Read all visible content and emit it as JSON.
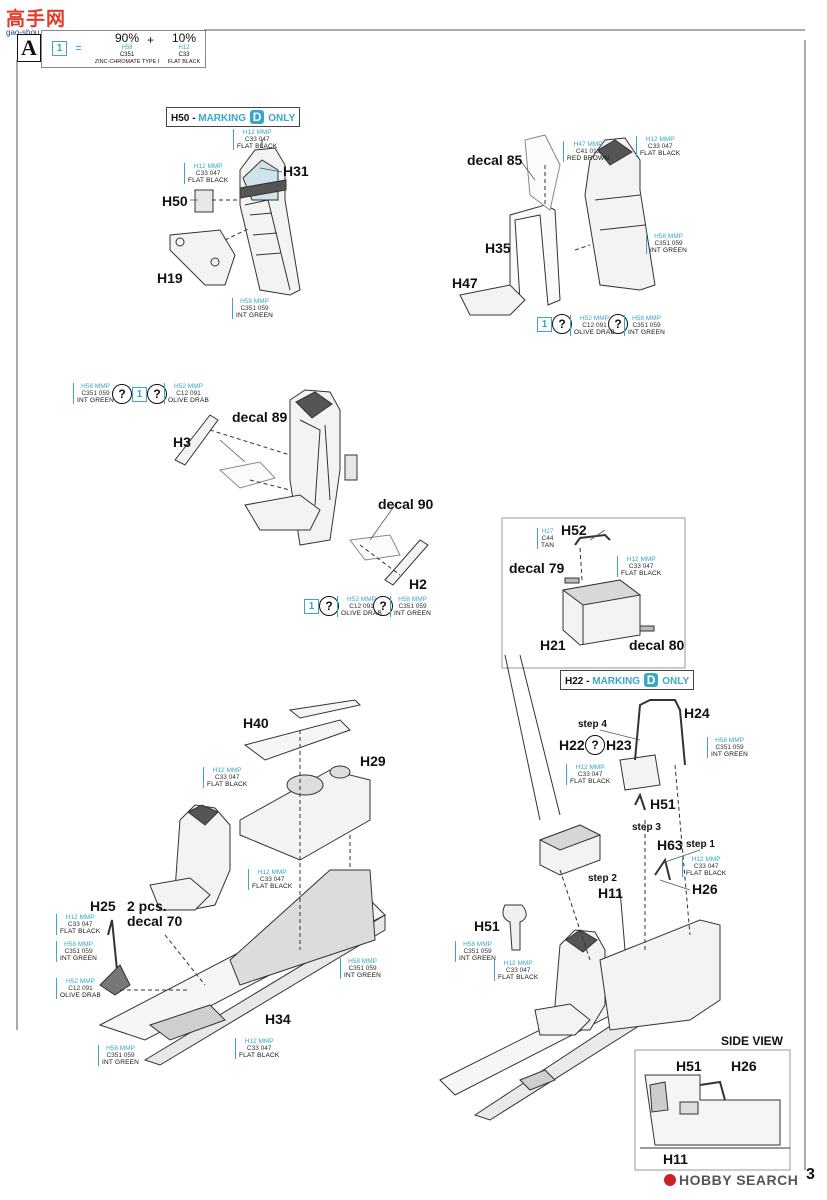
{
  "header": {
    "logo_text": "高手网",
    "logo_url_text": "gao-shou.com",
    "step_letter": "A",
    "mix": {
      "box": "1",
      "eq": "=",
      "plus": "+",
      "pct1": "90%",
      "pct1_code": "H58",
      "pct1_c": "C351",
      "pct1_name": "ZINC-CHROMATE TYPE I",
      "pct2": "10%",
      "pct2_code": "H12",
      "pct2_c": "C33",
      "pct2_name": "FLAT BLACK"
    }
  },
  "marking_boxes": [
    {
      "prefix": "H50 -",
      "m": "MARKING",
      "letter": "D",
      "suffix": "ONLY"
    },
    {
      "prefix": "H22 -",
      "m": "MARKING",
      "letter": "D",
      "suffix": "ONLY"
    }
  ],
  "labels": {
    "h31": "H31",
    "h50": "H50",
    "h19": "H19",
    "decal85": "decal 85",
    "h35": "H35",
    "h47": "H47",
    "h3": "H3",
    "decal89": "decal 89",
    "decal90": "decal 90",
    "h2": "H2",
    "h52": "H52",
    "decal79": "decal 79",
    "h21": "H21",
    "decal80": "decal 80",
    "h40": "H40",
    "h29": "H29",
    "h25": "H25",
    "twopcs": "2 pcs.",
    "decal70": "decal 70",
    "h34": "H34",
    "h24": "H24",
    "step4": "step 4",
    "h22": "H22",
    "h23": "H23",
    "h51a": "H51",
    "step3": "step 3",
    "h63": "H63",
    "step1": "step 1",
    "step2": "step 2",
    "h11a": "H11",
    "h26a": "H26",
    "h51b": "H51",
    "sideview": "SIDE VIEW",
    "h51c": "H51",
    "h26b": "H26",
    "h11b": "H11",
    "q": "?",
    "one": "1"
  },
  "paints": {
    "flat_black": {
      "top": "H12  MMP",
      "mid": "C33    047",
      "name": "FLAT BLACK"
    },
    "int_green": {
      "top": "H58  MMP",
      "mid": "C351   059",
      "name": "INT GREEN"
    },
    "red_brown": {
      "top": "H47  MMP",
      "mid": "C41    012",
      "name": "RED BROWN"
    },
    "olive_drab": {
      "top": "H52  MMP",
      "mid": "C12    091",
      "name": "OLIVE DRAB"
    },
    "tan": {
      "top": "H27",
      "mid": "C44",
      "name": "TAN"
    }
  },
  "footer": {
    "brand": "HOBBY SEARCH",
    "page": "3"
  }
}
